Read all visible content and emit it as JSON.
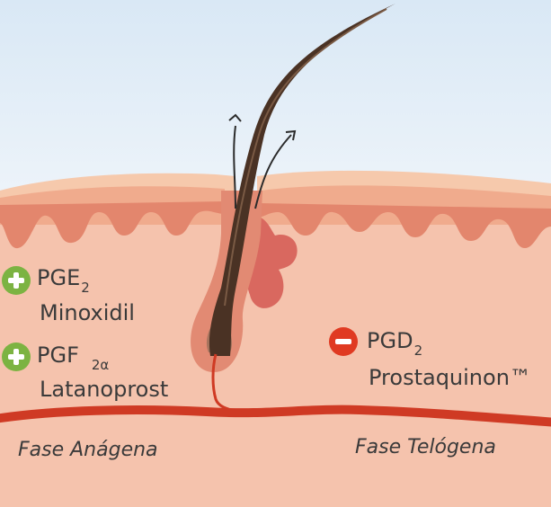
{
  "labels": {
    "pge": {
      "name": "PGE",
      "sub": "2",
      "drug": "Minoxidil"
    },
    "pgf": {
      "name": "PGF",
      "sub": "2α",
      "drug": "Latanoprost"
    },
    "pgd": {
      "name": "PGD",
      "sub": "2",
      "drug": "Prostaquinon™"
    }
  },
  "phases": {
    "anagen": "Fase Anágena",
    "telogen": "Fase Telógena"
  },
  "colors": {
    "sky": "#e6f0f8",
    "epidermis_top": "#f6c5a6",
    "epidermis": "#f0a98a",
    "dermis": "#f5c3ad",
    "papillae": "#e5876e",
    "gland": "#d8675f",
    "vessel": "#cf3a24",
    "hair": "#4a3224",
    "positive": "#7cb342",
    "negative": "#e03a22"
  },
  "icons": {
    "stimulate": "plus-icon",
    "inhibit": "minus-icon"
  }
}
